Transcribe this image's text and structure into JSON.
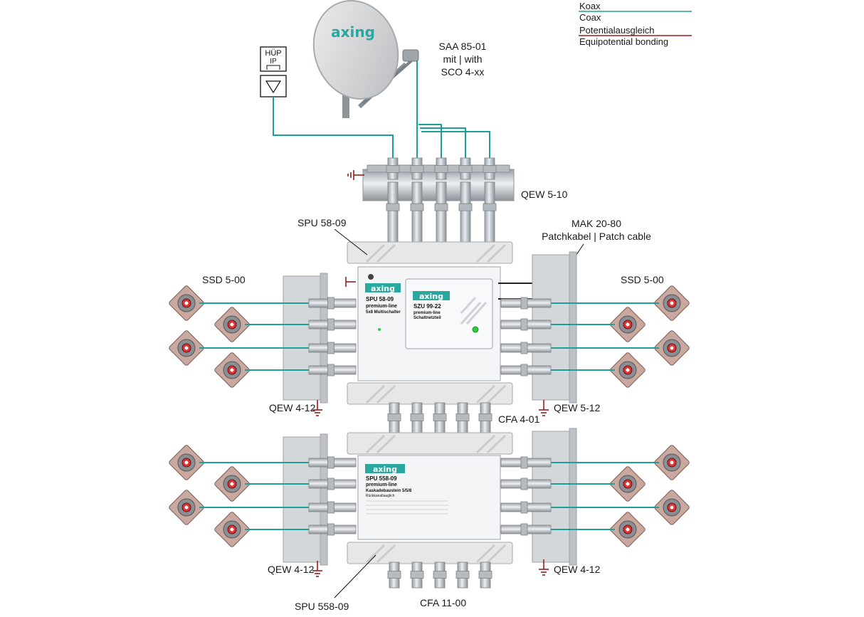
{
  "colors": {
    "coax": "#1e9e98",
    "bonding": "#9b1c1c",
    "brand": "#2aa79f"
  },
  "legend": {
    "coax_de": "Koax",
    "coax_en": "Coax",
    "bonding_de": "Potentialausgleich",
    "bonding_en": "Equipotential bonding"
  },
  "labels": {
    "dish": [
      "SAA 85-01",
      "mit | with",
      "SCO 4-xx"
    ],
    "huep_top": "HÜP",
    "huep_ip": "IP",
    "qew_top": "QEW 5-10",
    "spu_top": "SPU 58-09",
    "mak": [
      "MAK 20-80",
      "Patchkabel | Patch cable"
    ],
    "ssd_left": "SSD 5-00",
    "ssd_right": "SSD 5-00",
    "qew_left_1": "QEW 4-12",
    "cfa_mid": "CFA 4-01",
    "qew_right_1": "QEW 5-12",
    "qew_left_2": "QEW 4-12",
    "qew_right_2": "QEW 4-12",
    "spu_bottom": "SPU 558-09",
    "cfa_bottom": "CFA 11-00"
  },
  "brand": "axing",
  "devices": {
    "spu1_name": "SPU 58-09",
    "spu1_line": "premium-line",
    "spu1_type": "5x8 Multischalter",
    "szu_name": "SZU 99-22",
    "szu_line": "premium-line",
    "szu_type": "Schaltnetzteil",
    "spu2_name": "SPU 558-09",
    "spu2_line": "premium-line",
    "spu2_type": "Kaskadebaustein 5/5/8",
    "spu2_sub": "Rückkanaltauglich"
  }
}
